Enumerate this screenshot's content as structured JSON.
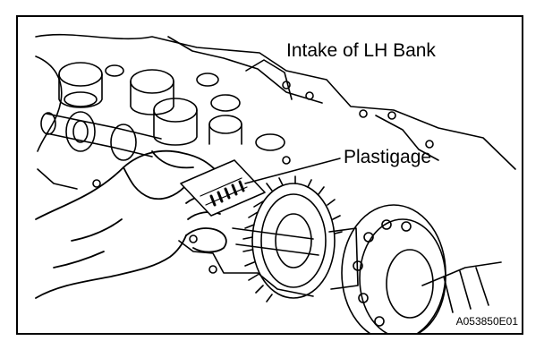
{
  "labels": {
    "intake": "Intake of LH Bank",
    "plastigage": "Plastigage"
  },
  "figure_code": "A053850E01",
  "colors": {
    "ink": "#000000",
    "paper": "#ffffff"
  }
}
